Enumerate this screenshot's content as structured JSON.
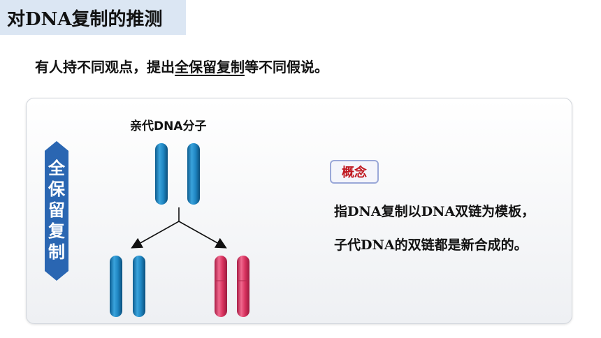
{
  "title": "对DNA复制的推测",
  "intro": {
    "prefix": "有人持不同观点，提出",
    "highlight": "全保留复制",
    "suffix": "等不同假说。"
  },
  "diagram": {
    "parent_label": "亲代DNA分子",
    "side_tag": [
      "全",
      "保",
      "留",
      "复",
      "制"
    ],
    "colors": {
      "blue": "#1a7fb8",
      "pink": "#d8325e",
      "tag": "#2a66b2"
    }
  },
  "concept": {
    "badge": "概念",
    "lines": [
      "指DNA复制以DNA双链为模板，",
      "子代DNA的双链都是新合成的。"
    ]
  }
}
